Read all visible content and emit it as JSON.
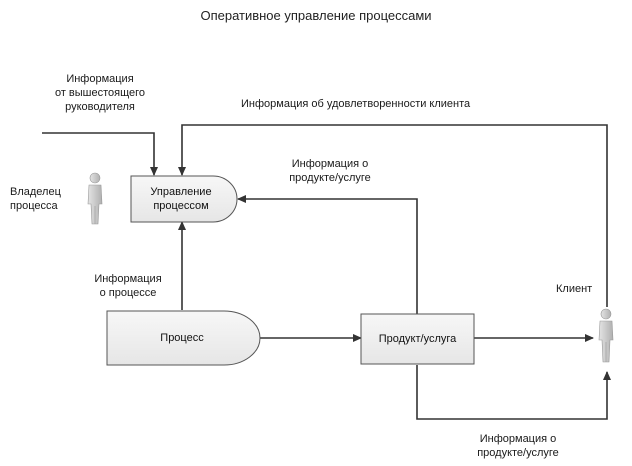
{
  "title": "Оперативное управление процессами",
  "nodes": {
    "management": "Управление\nпроцессом",
    "process": "Процесс",
    "product": "Продукт/услуга"
  },
  "actors": {
    "owner": "Владелец\nпроцесса",
    "client": "Клиент"
  },
  "flows": {
    "from_superior": "Информация\nот вышестоящего\nруководителя",
    "satisfaction": "Информация об удовлетворенности клиента",
    "product_info_top": "Информация о\nпродукте/услуге",
    "process_info": "Информация\nо процессе",
    "product_info_bottom": "Информация о\nпродукте/услуге"
  },
  "colors": {
    "box_fill": "#f2f2f2",
    "box_stroke": "#555555",
    "line": "#333333",
    "figure": "#c8c8c8"
  }
}
